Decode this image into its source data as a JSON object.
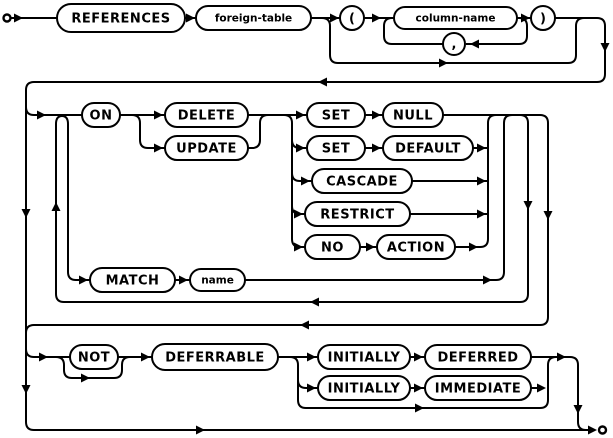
{
  "diagram": {
    "kind": "railroad-syntax-diagram",
    "line_color": "#000000",
    "background": "#ffffff"
  },
  "nodes": {
    "references": {
      "label": "REFERENCES",
      "type": "keyword"
    },
    "foreign_table": {
      "label": "foreign-table",
      "type": "identifier"
    },
    "lparen": {
      "label": "(",
      "type": "punctuation"
    },
    "column_name": {
      "label": "column-name",
      "type": "identifier"
    },
    "comma": {
      "label": ",",
      "type": "punctuation"
    },
    "rparen": {
      "label": ")",
      "type": "punctuation"
    },
    "on": {
      "label": "ON",
      "type": "keyword"
    },
    "delete": {
      "label": "DELETE",
      "type": "keyword"
    },
    "update": {
      "label": "UPDATE",
      "type": "keyword"
    },
    "set1": {
      "label": "SET",
      "type": "keyword"
    },
    "null": {
      "label": "NULL",
      "type": "keyword"
    },
    "set2": {
      "label": "SET",
      "type": "keyword"
    },
    "default": {
      "label": "DEFAULT",
      "type": "keyword"
    },
    "cascade": {
      "label": "CASCADE",
      "type": "keyword"
    },
    "restrict": {
      "label": "RESTRICT",
      "type": "keyword"
    },
    "no": {
      "label": "NO",
      "type": "keyword"
    },
    "action": {
      "label": "ACTION",
      "type": "keyword"
    },
    "match": {
      "label": "MATCH",
      "type": "keyword"
    },
    "name": {
      "label": "name",
      "type": "identifier"
    },
    "not": {
      "label": "NOT",
      "type": "keyword"
    },
    "deferrable": {
      "label": "DEFERRABLE",
      "type": "keyword"
    },
    "initially1": {
      "label": "INITIALLY",
      "type": "keyword"
    },
    "deferred": {
      "label": "DEFERRED",
      "type": "keyword"
    },
    "initially2": {
      "label": "INITIALLY",
      "type": "keyword"
    },
    "immediate": {
      "label": "IMMEDIATE",
      "type": "keyword"
    }
  }
}
